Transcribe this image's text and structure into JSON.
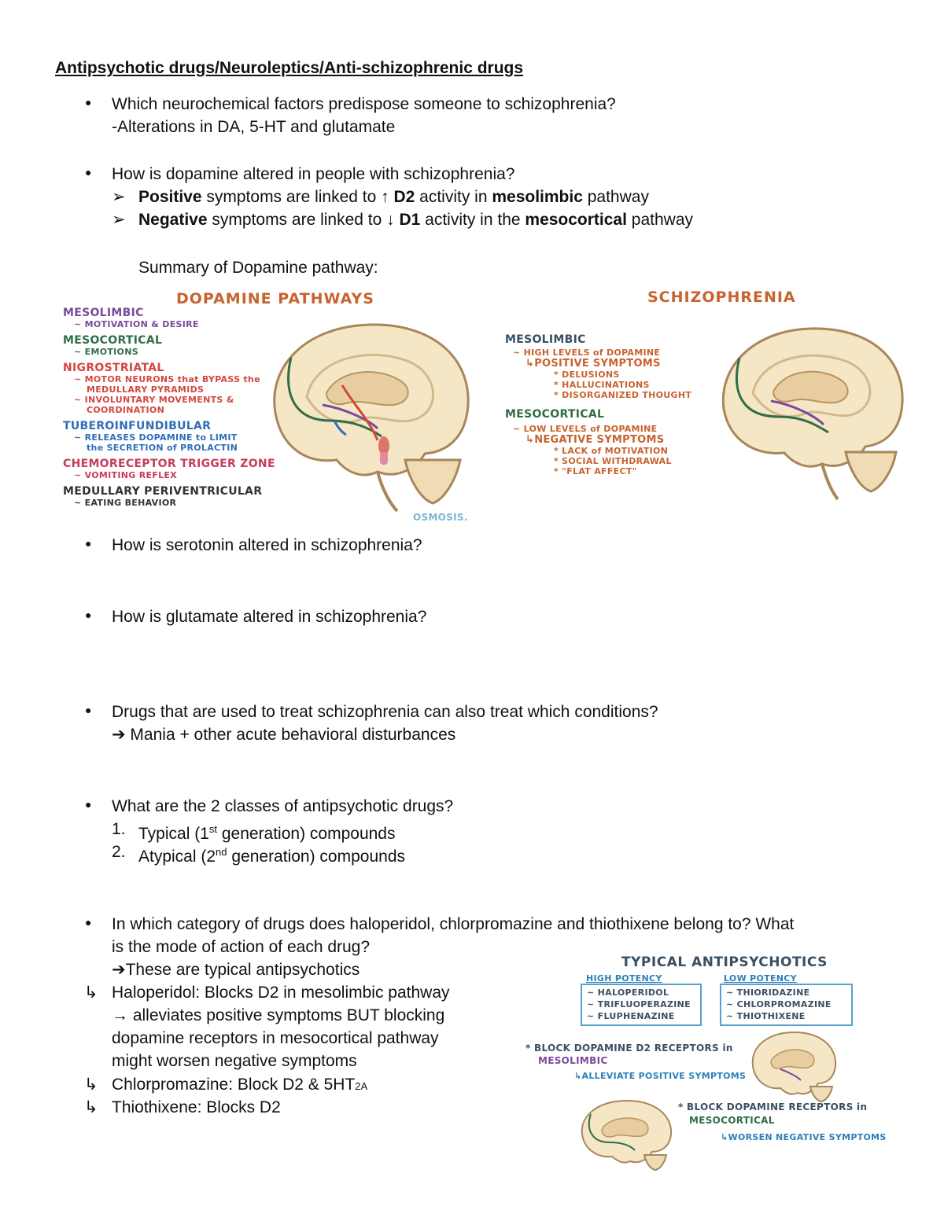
{
  "title": "Antipsychotic drugs/Neuroleptics/Anti-schizophrenic drugs",
  "q1": {
    "bullet": "●",
    "question": "Which neurochemical factors predispose someone to schizophrenia?",
    "answer": "-Alterations in DA, 5-HT and glutamate"
  },
  "q2": {
    "question": "How is dopamine altered in people with schizophrenia?",
    "arrow": "➢",
    "line1": {
      "b1": "Positive",
      "t1": " symptoms are linked to ↑ ",
      "b2": "D2",
      "t2": " activity in ",
      "b3": "mesolimbic",
      "t3": " pathway"
    },
    "line2": {
      "b1": "Negative",
      "t1": " symptoms are linked to ↓ ",
      "b2": "D1",
      "t2": " activity in the ",
      "b3": "mesocortical",
      "t3": " pathway"
    },
    "summary": "Summary of Dopamine pathway:"
  },
  "fig1": {
    "title": "DOPAMINE PATHWAYS",
    "items": [
      {
        "name": "MESOLIMBIC",
        "lines": [
          "~ MOTIVATION & DESIRE"
        ]
      },
      {
        "name": "MESOCORTICAL",
        "lines": [
          "~ EMOTIONS"
        ]
      },
      {
        "name": "NIGROSTRIATAL",
        "lines": [
          "~ MOTOR NEURONS that BYPASS the",
          "MEDULLARY PYRAMIDS",
          "~ INVOLUNTARY MOVEMENTS &",
          "COORDINATION"
        ]
      },
      {
        "name": "TUBEROINFUNDIBULAR",
        "lines": [
          "~ RELEASES DOPAMINE to LIMIT",
          "the SECRETION of PROLACTIN"
        ]
      },
      {
        "name": "CHEMORECEPTOR TRIGGER ZONE",
        "lines": [
          "~ VOMITING REFLEX"
        ]
      },
      {
        "name": "MEDULLARY PERIVENTRICULAR",
        "lines": [
          "~ EATING BEHAVIOR"
        ]
      }
    ],
    "logo": "OSMOSIS."
  },
  "fig2": {
    "title": "SCHIZOPHRENIA",
    "meso_limbic": "MESOLIMBIC",
    "ml_level": "~ HIGH LEVELS of DOPAMINE",
    "ml_symptoms": "↳POSITIVE SYMPTOMS",
    "ml_list": [
      "* DELUSIONS",
      "* HALLUCINATIONS",
      "* DISORGANIZED THOUGHT"
    ],
    "meso_cortical": "MESOCORTICAL",
    "mc_level": "~ LOW LEVELS of DOPAMINE",
    "mc_symptoms": "↳NEGATIVE SYMPTOMS",
    "mc_list": [
      "* LACK of MOTIVATION",
      "* SOCIAL WITHDRAWAL",
      "* \"FLAT AFFECT\""
    ]
  },
  "q3": {
    "question": "How is serotonin altered in schizophrenia?"
  },
  "q4": {
    "question": "How is glutamate altered in schizophrenia?"
  },
  "q5": {
    "question": "Drugs that are used to treat schizophrenia can also treat which conditions?",
    "answer": "➔ Mania + other acute behavioral disturbances"
  },
  "q6": {
    "question": "What are the 2 classes of antipsychotic drugs?",
    "items": [
      {
        "num": "1.",
        "pre": "Typical (1",
        "sup": "st",
        "post": " generation) compounds"
      },
      {
        "num": "2.",
        "pre": "Atypical (2",
        "sup": "nd",
        "post": " generation) compounds"
      }
    ]
  },
  "q7": {
    "question_l1": "In which category of drugs does haloperidol, chlorpromazine and thiothixene belong to? What",
    "question_l2": "is the mode of action of each drug?",
    "answer": "➔These are typical antipsychotics",
    "mark": "↳",
    "halo_lines": [
      "Haloperidol: Blocks D2 in mesolimbic pathway",
      "→ alleviates positive symptoms BUT blocking",
      "dopamine receptors in mesocortical pathway",
      "might worsen negative symptoms"
    ],
    "chlor": "Chlorpromazine: Block D2 & 5HT",
    "chlor_sub": "2A",
    "thio": "Thiothixene: Blocks D2"
  },
  "fig3": {
    "title": "TYPICAL ANTIPSYCHOTICS",
    "high_label": "HIGH POTENCY",
    "high_items": [
      "~ HALOPERIDOL",
      "~ TRIFLUOPERAZINE",
      "~ FLUPHENAZINE"
    ],
    "low_label": "LOW POTENCY",
    "low_items": [
      "~ THIORIDAZINE",
      "~ CHLORPROMAZINE",
      "~ THIOTHIXENE"
    ],
    "block1_l1": "* BLOCK DOPAMINE D2 RECEPTORS in",
    "block1_l2": "MESOLIMBIC",
    "block1_l3": "↳ALLEVIATE POSITIVE SYMPTOMS",
    "block2_l1": "* BLOCK DOPAMINE RECEPTORS in",
    "block2_l2": "MESOCORTICAL",
    "block2_l3": "↳WORSEN NEGATIVE SYMPTOMS"
  }
}
